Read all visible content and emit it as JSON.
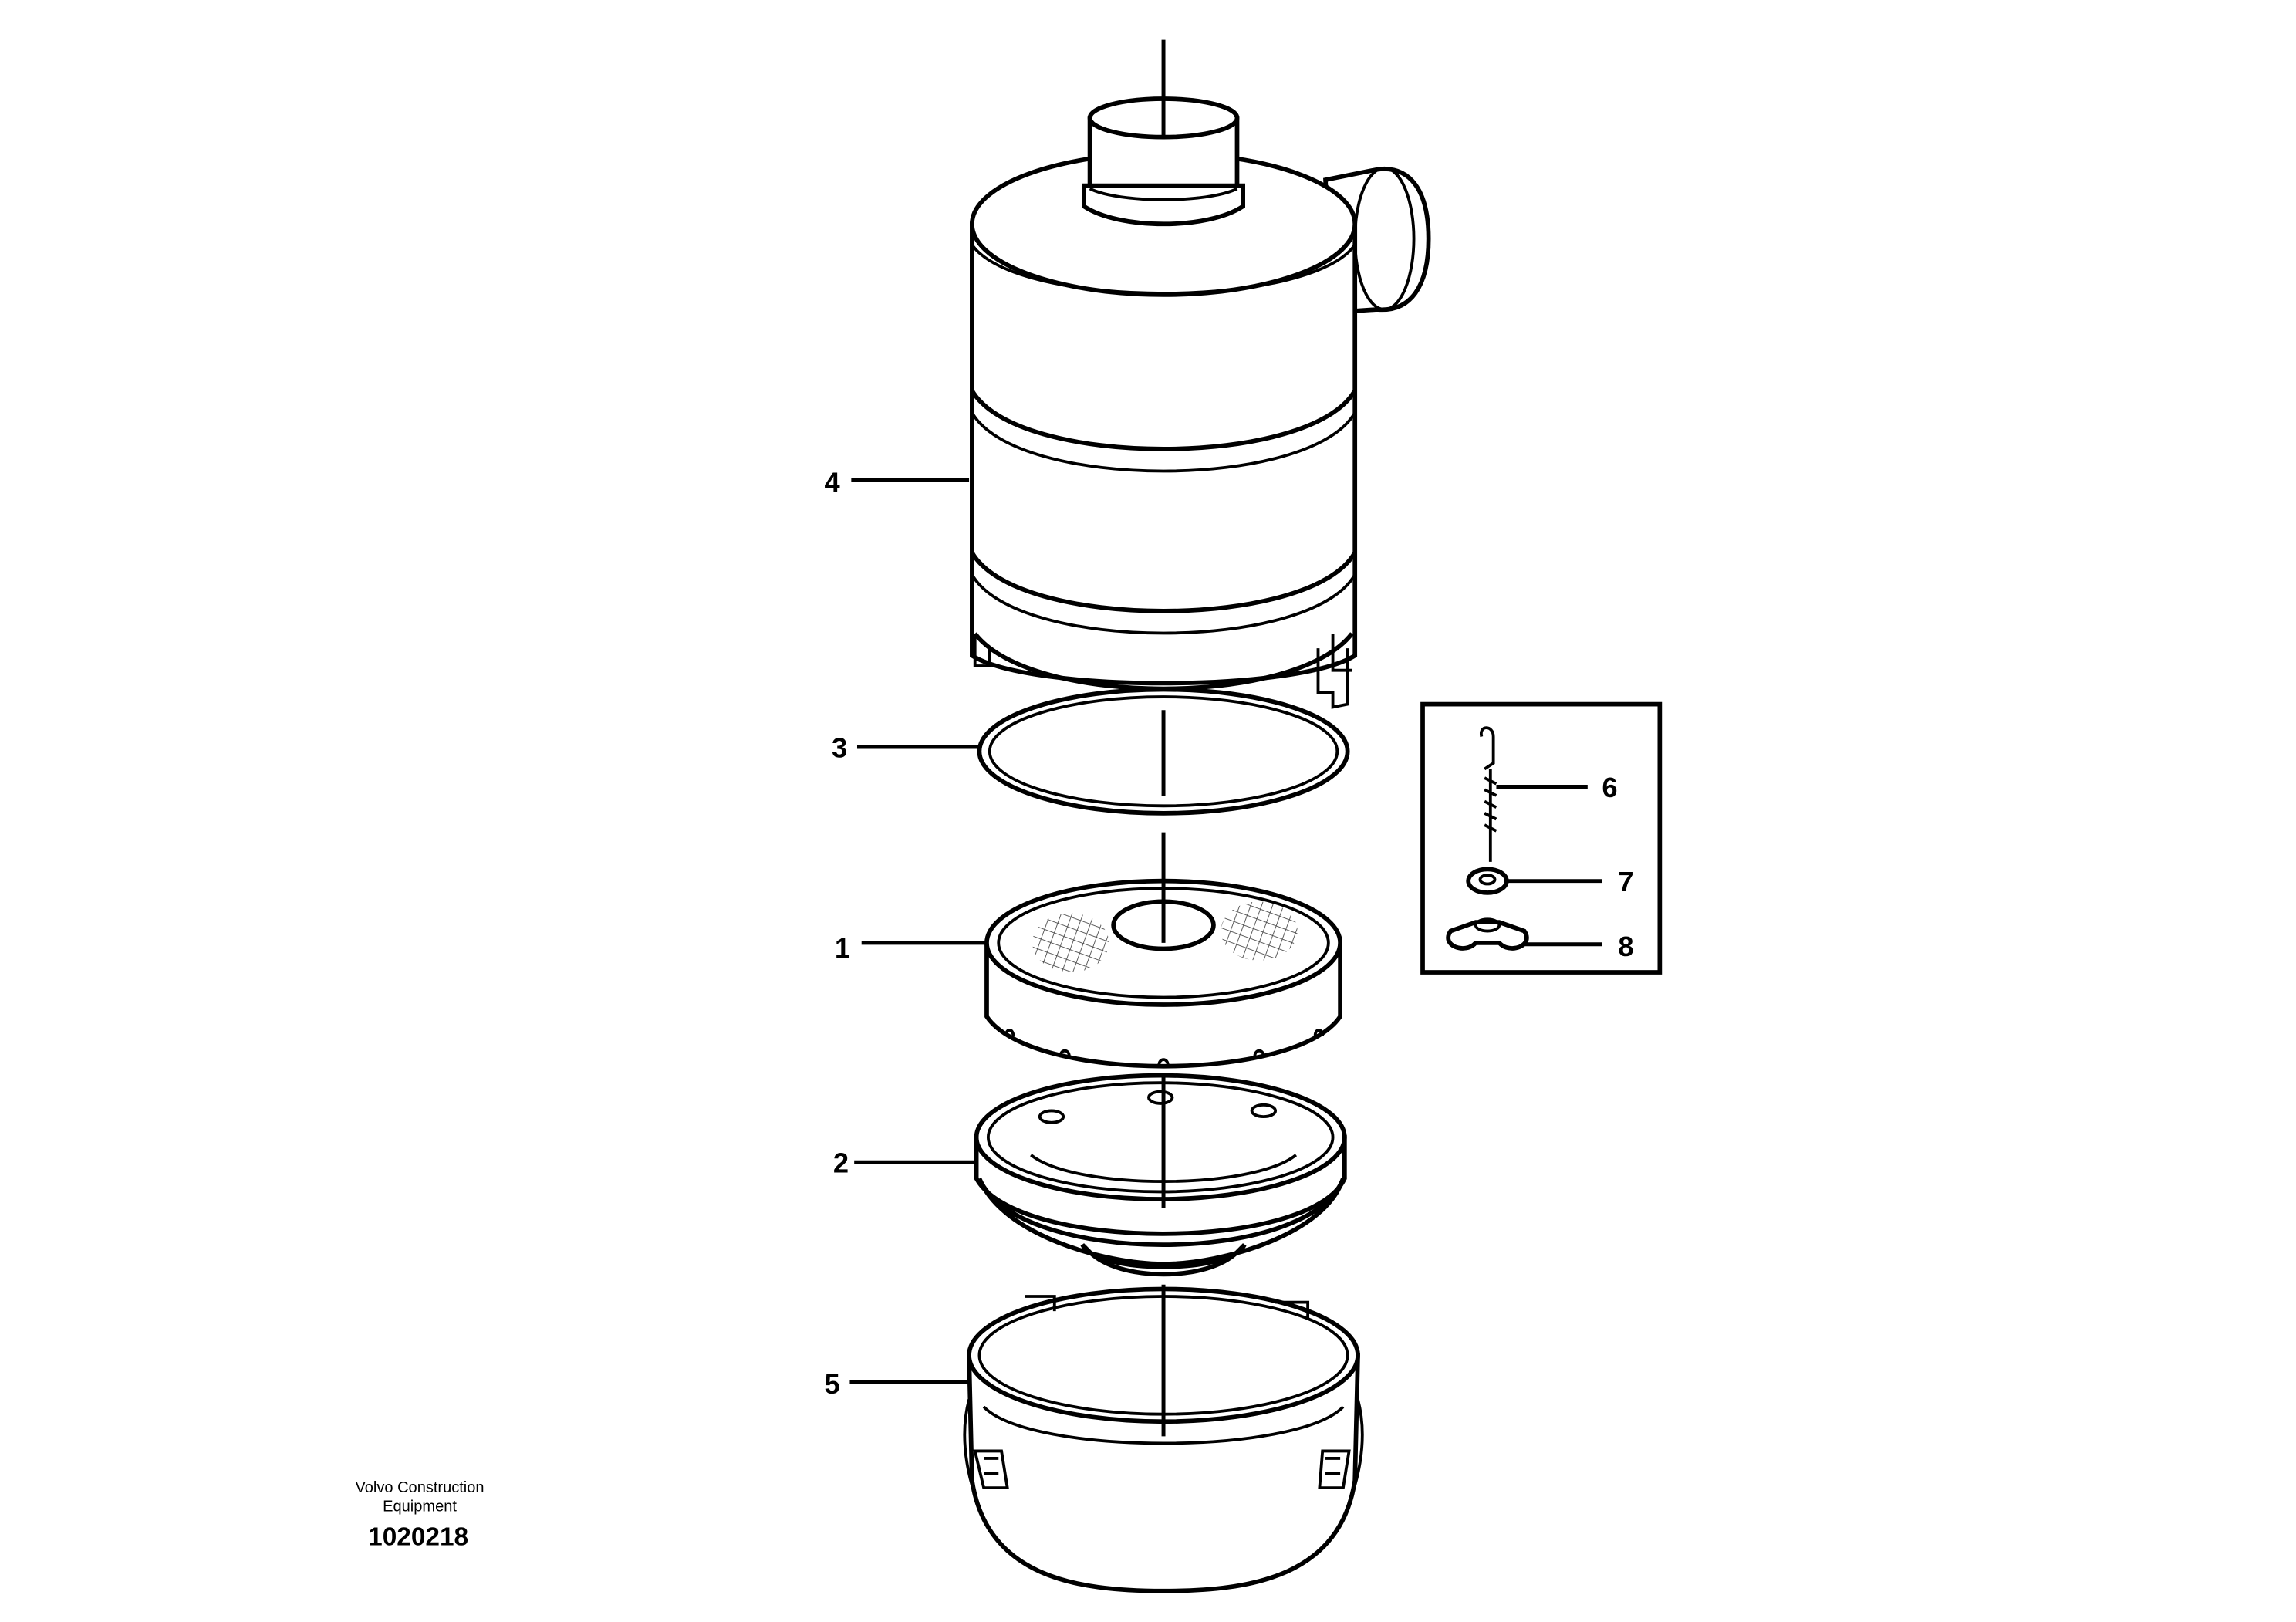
{
  "callouts": {
    "c1": "1",
    "c2": "2",
    "c3": "3",
    "c4": "4",
    "c5": "5",
    "c6": "6",
    "c7": "7",
    "c8": "8"
  },
  "footer": {
    "brand_line1": "Volvo Construction",
    "brand_line2": "Equipment",
    "drawing_number": "1020218"
  }
}
